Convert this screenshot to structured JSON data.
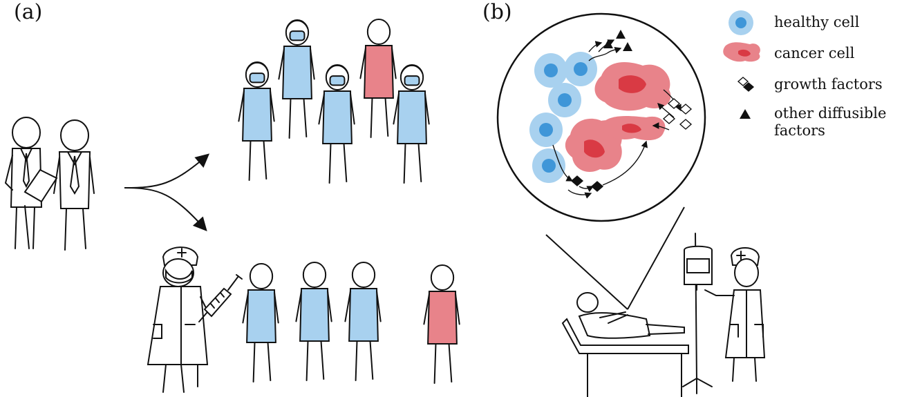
{
  "panels": {
    "a_label": "(a)",
    "b_label": "(b)"
  },
  "legend": {
    "healthy": "healthy cell",
    "cancer": "cancer cell",
    "growth": "growth factors",
    "other_line1": "other diffusible",
    "other_line2": "factors"
  },
  "colors": {
    "blue_fill": "#a8d1ef",
    "blue_nucleus": "#3f96d8",
    "red_fill": "#e8838a",
    "red_core": "#d93a44",
    "ink": "#111111"
  }
}
